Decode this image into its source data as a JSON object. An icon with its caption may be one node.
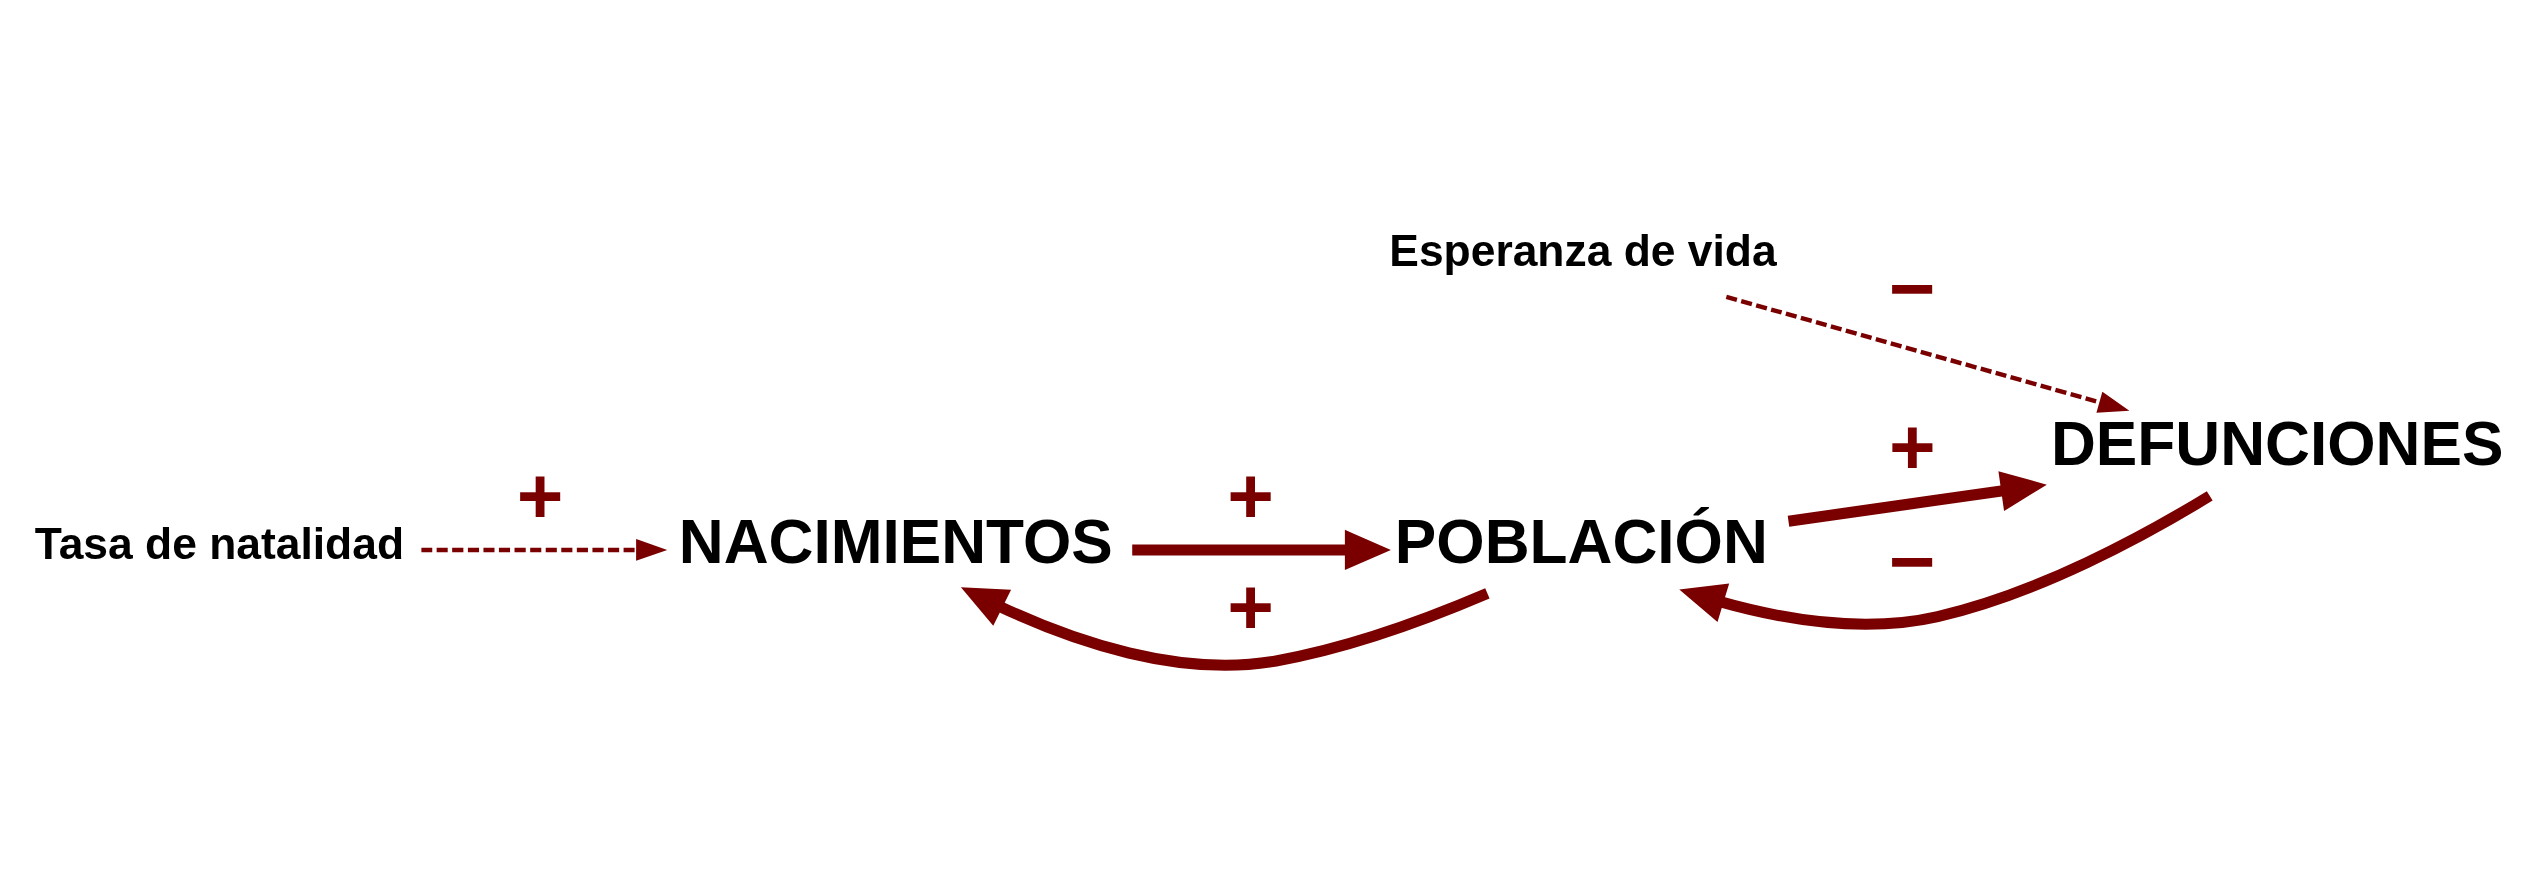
{
  "diagram": {
    "nodes": [
      {
        "text": [
          "NACIMIENTOS"
        ]
      },
      {
        "text": [
          "POBLACIÓN"
        ]
      },
      {
        "text": [
          "DEFUNCIONES"
        ]
      },
      {
        "text": [
          "Tasa de natalidad"
        ]
      },
      {
        "text": [
          "Esperanza de vida"
        ]
      }
    ],
    "edges": [
      {
        "from": 0,
        "to": 1,
        "arrow": "to",
        "label": "+"
      },
      {
        "from": 1,
        "to": 0,
        "arrow": "to",
        "label": "+"
      },
      {
        "from": 1,
        "to": 2,
        "arrow": "to",
        "label": "+"
      },
      {
        "from": 2,
        "to": 1,
        "arrow": "to",
        "label": "−"
      },
      {
        "from": 3,
        "to": 0,
        "arrow": "to",
        "label": "+",
        "style": "dashed"
      },
      {
        "from": 4,
        "to": 2,
        "arrow": "to",
        "label": "−",
        "style": "dashed"
      }
    ]
  }
}
